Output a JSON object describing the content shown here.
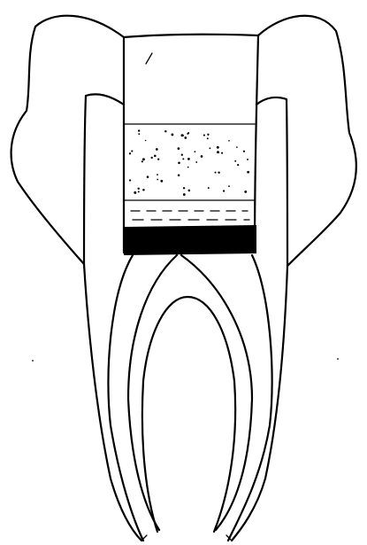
{
  "figure": {
    "subject": "tooth-cross-section",
    "background": "#ffffff",
    "ink": "#000000",
    "layers": [
      "access-cavity",
      "dotted-filling",
      "dashed-base",
      "solid-barrier"
    ],
    "roots": 2
  }
}
